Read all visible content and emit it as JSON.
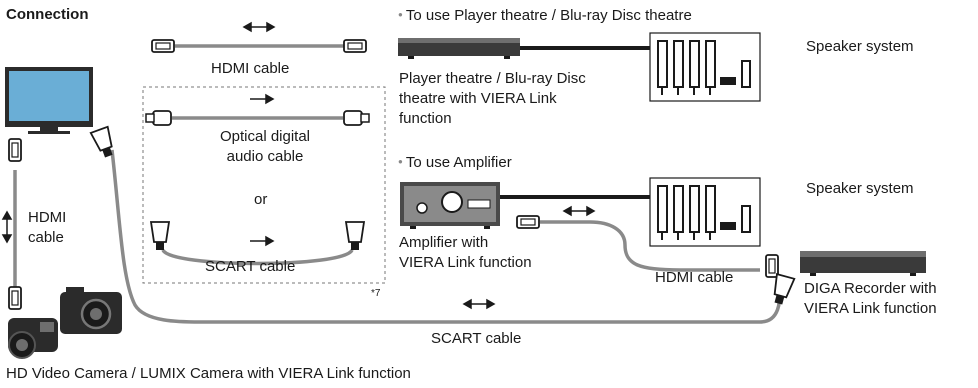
{
  "heading": "Connection",
  "labels": {
    "hdmi_cable_top": "HDMI cable",
    "optical_line1": "Optical digital",
    "optical_line2": "audio cable",
    "or": "or",
    "scart_cable_mid": "SCART cable",
    "footnote_mark": "*7",
    "hdmi_cable_left_line1": "HDMI",
    "hdmi_cable_left_line2": "cable",
    "camera_caption": "HD Video Camera / LUMIX Camera with VIERA Link function",
    "scart_cable_bottom": "SCART cable",
    "to_use_player": "To use Player theatre / Blu-ray Disc theatre",
    "speaker_system_1": "Speaker system",
    "player_line1": "Player theatre / Blu-ray Disc",
    "player_line2": "theatre with VIERA Link",
    "player_line3": "function",
    "to_use_amplifier": "To use Amplifier",
    "speaker_system_2": "Speaker system",
    "amplifier_line1": "Amplifier with",
    "amplifier_line2": "VIERA Link function",
    "hdmi_cable_right": "HDMI cable",
    "diga_line1": "DIGA Recorder with",
    "diga_line2": "VIERA Link function"
  },
  "colors": {
    "cable": "#8a8a8a",
    "device_dark": "#2b2b2b",
    "device_mid": "#6e6e6e",
    "screen_blue": "#6aaed6"
  },
  "icons": [
    "tv-icon",
    "hdmi-plug-icon",
    "scart-plug-icon",
    "optical-plug-icon",
    "speaker-icon",
    "player-icon",
    "amplifier-icon",
    "recorder-icon",
    "camcorder-icon",
    "camera-icon",
    "double-arrow-icon",
    "right-arrow-icon"
  ]
}
